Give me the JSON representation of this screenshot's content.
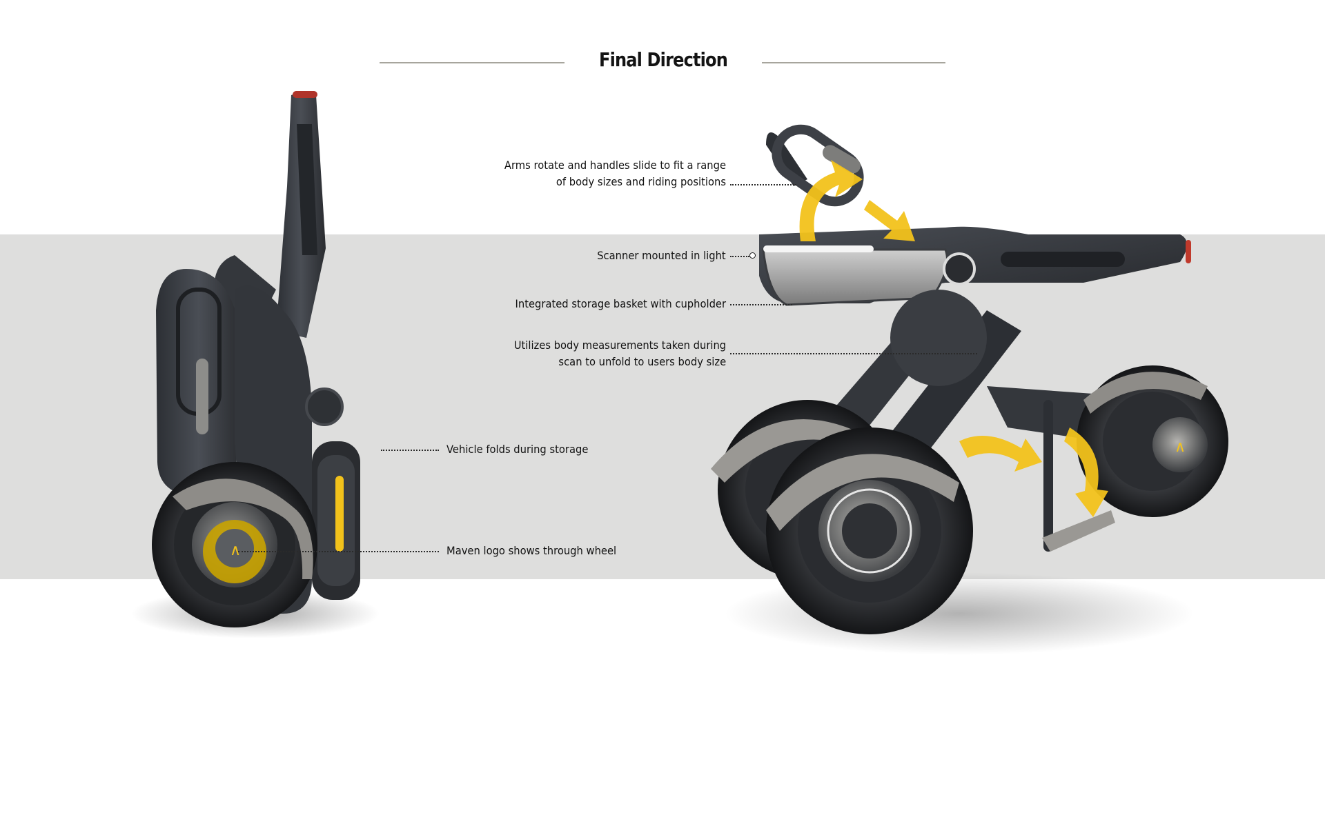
{
  "page": {
    "title": "Final Direction"
  },
  "colors": {
    "background": "#ffffff",
    "band": "#dededd",
    "rule": "#a7a59d",
    "vehicle_body": "#3a3d42",
    "accent_yellow": "#f2c21b",
    "tail_light": "#c0392b"
  },
  "callouts": {
    "arms": [
      "Arms rotate and handles slide to fit a range",
      "of body sizes and riding positions"
    ],
    "scanner": "Scanner mounted in light",
    "basket": "Integrated storage basket with cupholder",
    "measurements": [
      "Utilizes body measurements taken during",
      "scan to unfold to users body size"
    ],
    "folds": "Vehicle folds during storage",
    "logo": "Maven logo shows through wheel"
  },
  "images": {
    "folded_vehicle": "folded-scooter-render",
    "unfolded_vehicle": "unfolded-three-wheel-vehicle-render",
    "arrows": "yellow-motion-arrows"
  }
}
